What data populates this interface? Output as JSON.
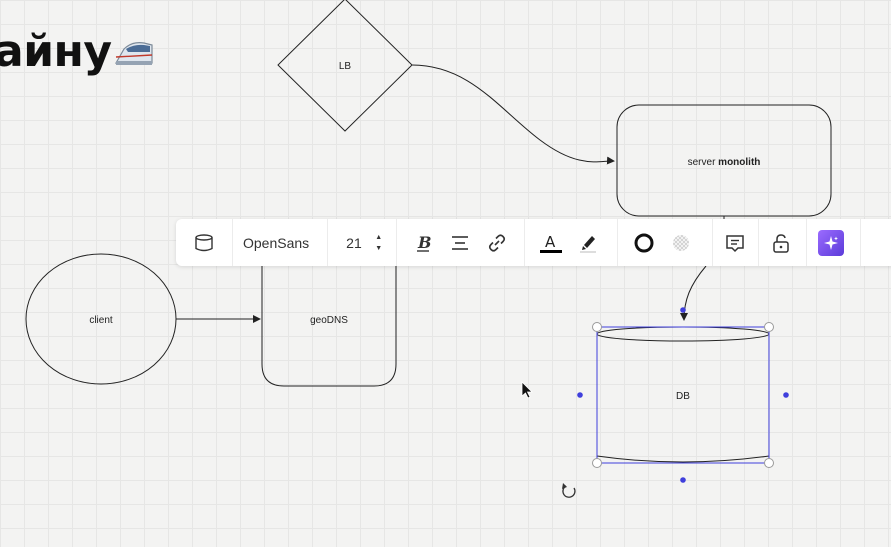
{
  "board": {
    "title": "айну",
    "shapes": {
      "lb": "LB",
      "server_prefix": "server ",
      "server_bold": "monolith",
      "client": "client",
      "geodns": "geoDNS",
      "db": "DB"
    }
  },
  "toolbar": {
    "shape_icon": "cylinder-icon",
    "font_family": "OpenSans",
    "font_size": "21",
    "bold_icon": "bold-icon",
    "align_icon": "align-center-icon",
    "link_icon": "link-icon",
    "text_color_icon": "text-color-icon",
    "text_color": "#000000",
    "highlight_icon": "highlighter-icon",
    "border_icon": "border-style-icon",
    "fill_icon": "fill-transparent-icon",
    "comment_icon": "comment-icon",
    "lock_icon": "lock-open-icon",
    "ai_icon": "ai-sparkle-icon",
    "accent_color": "#7b4cf0"
  },
  "selection_color": "#3f3fdc"
}
